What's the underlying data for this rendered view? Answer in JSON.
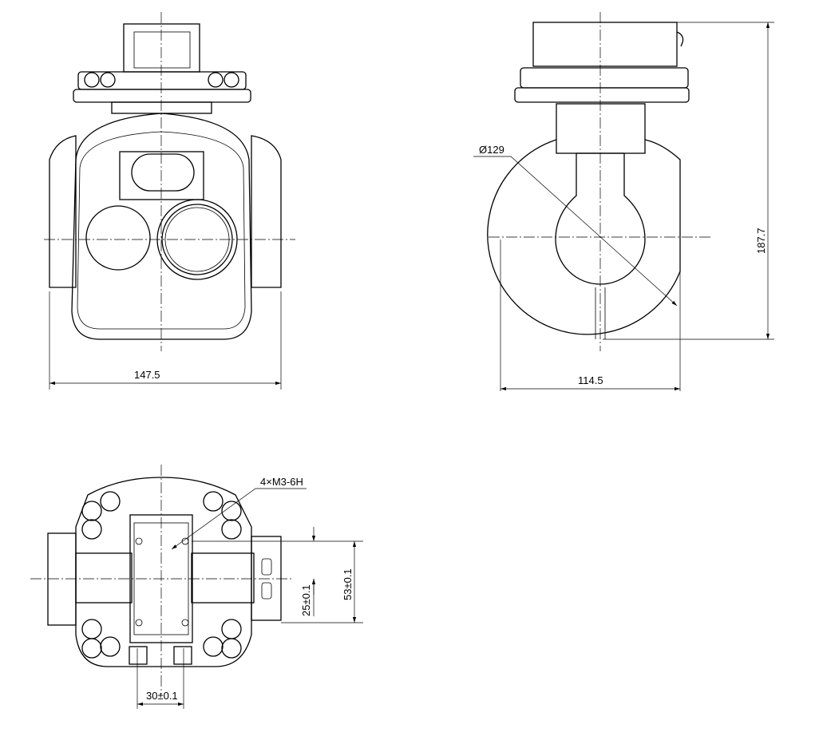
{
  "drawing": {
    "front_view": {
      "width_dim": "147.5"
    },
    "side_view": {
      "diameter_dim": "Ø129",
      "width_dim": "114.5",
      "height_dim": "187.7"
    },
    "bottom_view": {
      "thread_callout": "4×M3-6H",
      "hole_spacing_x": "30±0.1",
      "hole_spacing_y": "25±0.1",
      "mount_span": "53±0.1"
    }
  }
}
